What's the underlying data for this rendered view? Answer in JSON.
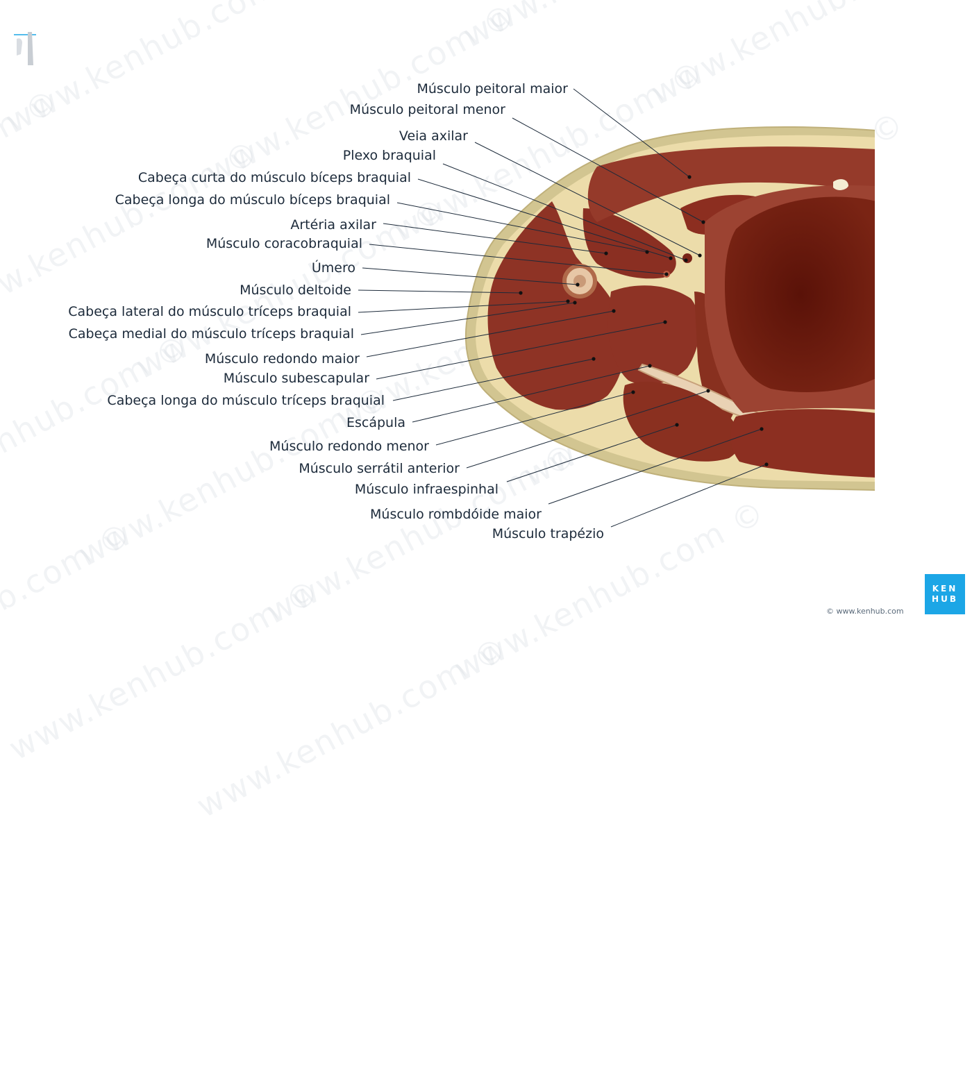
{
  "watermark": "www.kenhub.com ©",
  "logo": {
    "line1": "KEN",
    "line2": "HUB"
  },
  "copyright": "© www.kenhub.com",
  "colors": {
    "muscle": "#8e3325",
    "fat": "#ecdcaa",
    "skin": "#d2c591",
    "lung": "#6b1b10",
    "leader": "#1c2a3a",
    "brand": "#1ca6e6"
  },
  "icons": {
    "orientation": "arm-orientation-icon"
  },
  "labels": [
    {
      "id": "peitoral-maior",
      "text": "Músculo peitoral maior"
    },
    {
      "id": "peitoral-menor",
      "text": "Músculo peitoral menor"
    },
    {
      "id": "veia-axilar",
      "text": "Veia axilar"
    },
    {
      "id": "plexo-braquial",
      "text": "Plexo braquial"
    },
    {
      "id": "cabeca-curta-biceps",
      "text": "Cabeça curta do músculo bíceps braquial"
    },
    {
      "id": "cabeca-longa-biceps",
      "text": "Cabeça longa do músculo bíceps braquial"
    },
    {
      "id": "arteria-axilar",
      "text": "Artéria axilar"
    },
    {
      "id": "coracobraquial",
      "text": "Músculo coracobraquial"
    },
    {
      "id": "umero",
      "text": "Úmero"
    },
    {
      "id": "deltoide",
      "text": "Músculo deltoide"
    },
    {
      "id": "cabeca-lateral-triceps",
      "text": "Cabeça lateral do músculo tríceps braquial"
    },
    {
      "id": "cabeca-medial-triceps",
      "text": "Cabeça medial do músculo tríceps braquial"
    },
    {
      "id": "redondo-maior",
      "text": "Músculo redondo maior"
    },
    {
      "id": "subescapular",
      "text": "Músculo subescapular"
    },
    {
      "id": "cabeca-longa-triceps",
      "text": "Cabeça longa do músculo tríceps braquial"
    },
    {
      "id": "escapula",
      "text": "Escápula"
    },
    {
      "id": "redondo-menor",
      "text": "Músculo redondo menor"
    },
    {
      "id": "serratil-anterior",
      "text": "Músculo serrátil anterior"
    },
    {
      "id": "infraespinhal",
      "text": "Músculo infraespinhal"
    },
    {
      "id": "rombdoide-maior",
      "text": "Músculo rombdóide maior"
    },
    {
      "id": "trapezio",
      "text": "Músculo trapézio"
    }
  ]
}
